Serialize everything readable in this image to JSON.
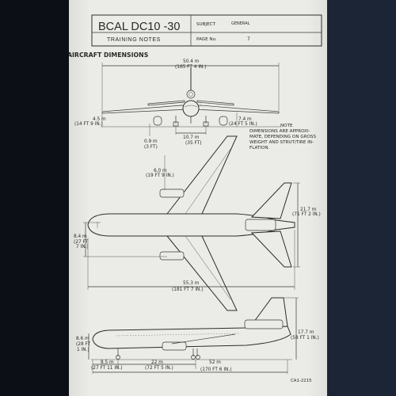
{
  "header": {
    "title": "BCAL  DC10 -30",
    "subtitle": "TRAINING  NOTES",
    "subject_label": "SUBJECT",
    "subject_value": "GENERAL",
    "page_label": "PAGE  No.",
    "page_value": "7"
  },
  "section_title": "AIRCRAFT DIMENSIONS",
  "note": [
    "NOTE",
    "DIMENSIONS ARE APPROXI-",
    "MATE, DEPENDING ON GROSS",
    "WEIGHT AND STRUT/TIRE IN-",
    "FLATION."
  ],
  "front_view": {
    "span_m": "50.4 m",
    "span_ft": "(165 FT 4 IN.)",
    "engine_clear_m": "4.5 m",
    "engine_clear_ft": "(14 FT 9 IN.)",
    "track_m": "7.4 m",
    "track_ft": "(24 FT 5 IN.)",
    "wing_ground_m": "0.9 m",
    "wing_ground_ft": "(3 FT)",
    "gear_span_m": "10.7 m",
    "gear_span_ft": "(35 FT)"
  },
  "plan_view": {
    "inner_m": "6.0 m",
    "inner_ft": "(19 FT 9 IN.)",
    "tail_span_m": "21.7 m",
    "tail_span_ft": "(71 FT 2 IN.)",
    "fuselage_m": "8.4 m",
    "fuselage_ft1": "(27 FT",
    "fuselage_ft2": "7 IN.)",
    "length_m": "55.3 m",
    "length_ft": "(181 FT 7 IN.)"
  },
  "side_view": {
    "nose_m": "8.6 m",
    "nose_ft1": "(28 FT",
    "nose_ft2": "1 IN.)",
    "height_m": "17.7 m",
    "height_ft": "(58 FT 1 IN.)",
    "nose_gear_m": "8.5 m",
    "nose_gear_ft": "(27 FT 11 IN.)",
    "wheelbase_m": "22 m",
    "wheelbase_ft": "(72 FT 5 IN.)",
    "overall_m": "52 m",
    "overall_ft": "(170 FT 6 IN.)"
  },
  "ref_code": "CA1-2215"
}
